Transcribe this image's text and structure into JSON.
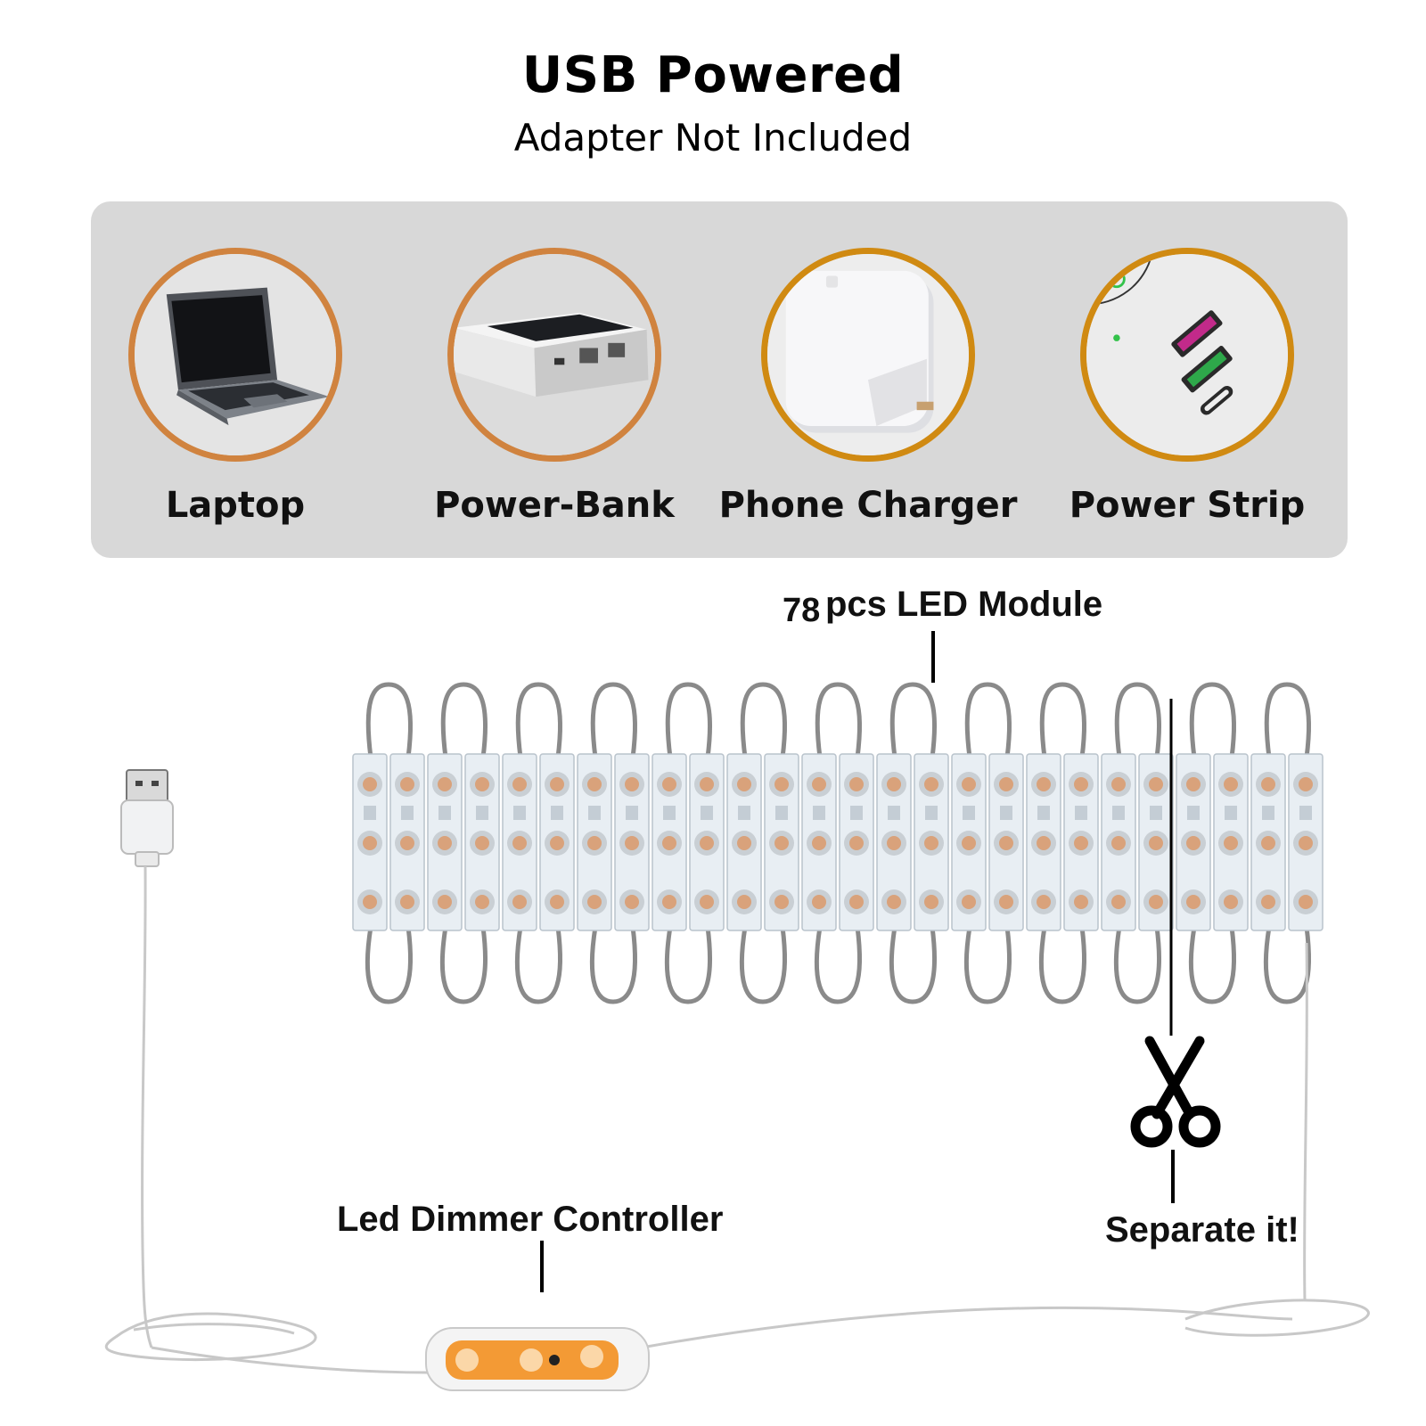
{
  "header": {
    "title": "USB Powered",
    "subtitle": "Adapter Not Included"
  },
  "sources": [
    {
      "label": "Laptop",
      "icon": "laptop-icon"
    },
    {
      "label": "Power-Bank",
      "icon": "power-bank-icon"
    },
    {
      "label": "Phone Charger",
      "icon": "phone-charger-icon"
    },
    {
      "label": "Power Strip",
      "icon": "power-strip-icon"
    }
  ],
  "module": {
    "count": "78",
    "label": "pcs LED Module"
  },
  "controller": {
    "label": "Led Dimmer Controller"
  },
  "separate": {
    "label": "Separate it!"
  },
  "colors": {
    "panel": "#d8d8d8",
    "ring": "#d0833f",
    "controller_accent": "#f39a35"
  }
}
